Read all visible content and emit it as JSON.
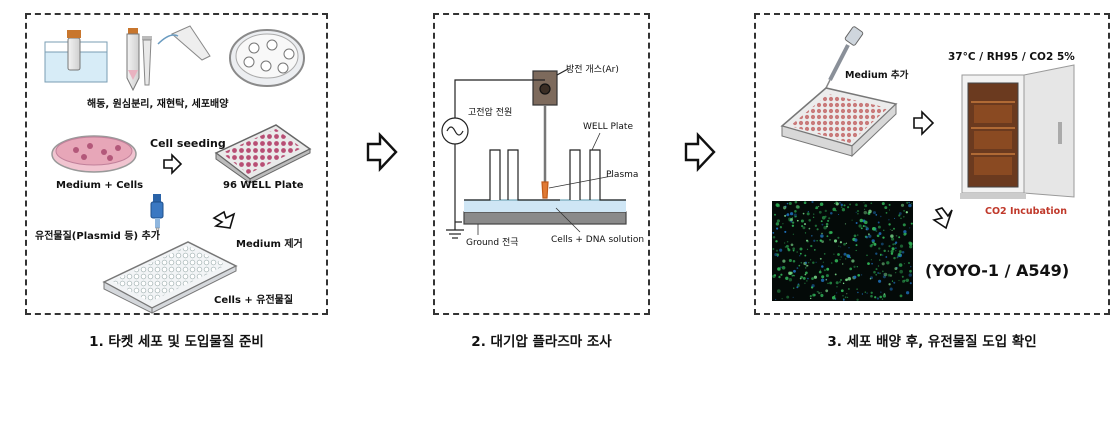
{
  "panel1": {
    "text_thaw": "해동, 원심분리, 재현탁, 세포배양",
    "text_cell_seeding": "Cell seeding",
    "text_medium_cells": "Medium + Cells",
    "text_96_plate": "96 WELL Plate",
    "text_add_material": "유전물질(Plasmid 등) 추가",
    "text_medium_remove": "Medium 제거",
    "text_cells_material": "Cells + 유전물질",
    "caption": "1. 타켓 세포 및 도입물질 준비"
  },
  "panel2": {
    "text_gas": "방전 개스(Ar)",
    "text_hv": "고전압 전원",
    "text_well_plate": "WELL Plate",
    "text_plasma": "Plasma",
    "text_ground": "Ground 전극",
    "text_cells_dna": "Cells + DNA solution",
    "caption": "2. 대기압 플라즈마 조사"
  },
  "panel3": {
    "text_medium_add": "Medium 추가",
    "text_conditions": "37°C / RH95 / CO2 5%",
    "text_co2": "CO2 Incubation",
    "text_yoyo": "(YOYO-1 / A549)",
    "caption": "3. 세포 배양 후, 유전물질 도입 확인"
  },
  "colors": {
    "dish_pink": "#e7a6b8",
    "plasma_orange": "#e07a35",
    "co2_red": "#c0392b",
    "fluor_green": "#2fae55"
  }
}
